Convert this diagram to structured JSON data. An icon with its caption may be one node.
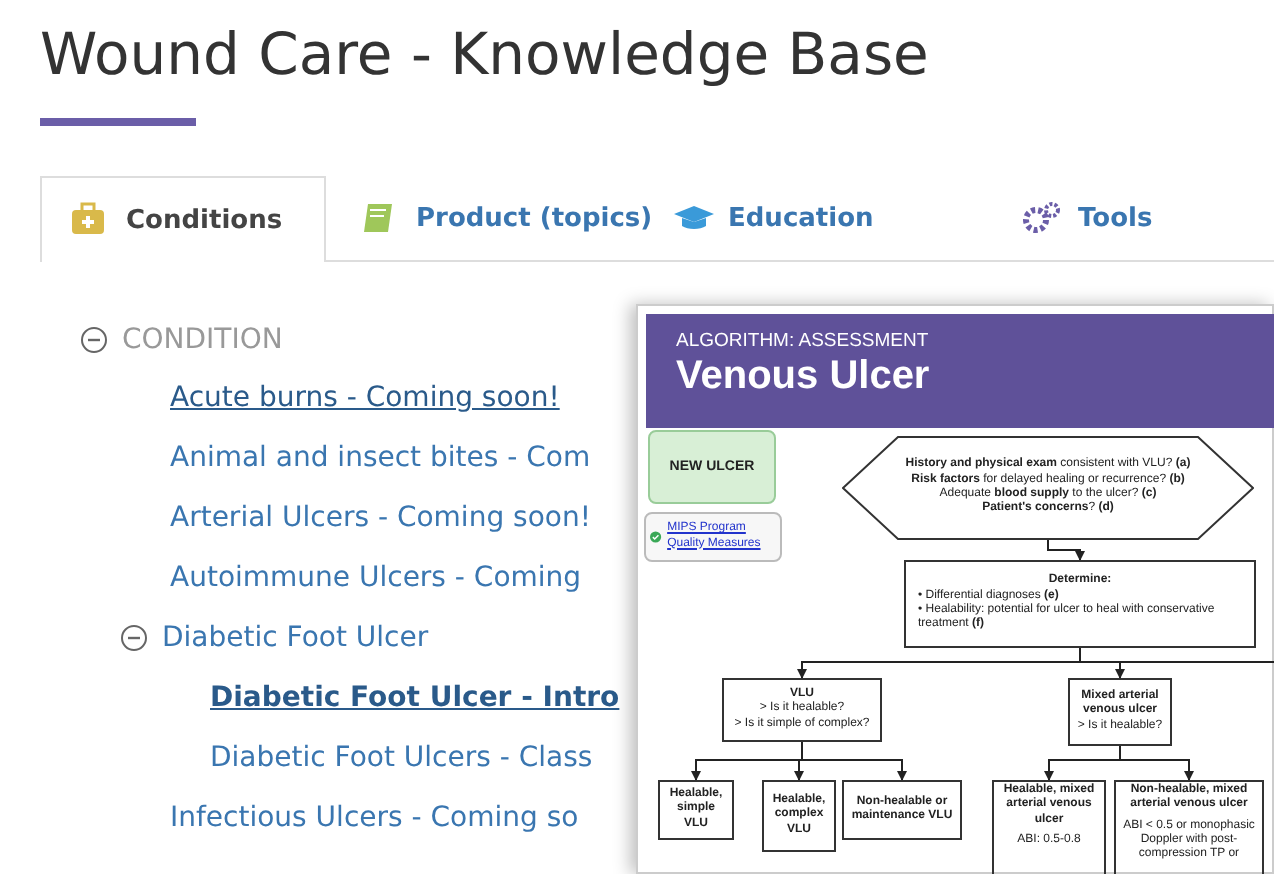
{
  "diagram": {
    "title": "Wound Care - Knowledge Base",
    "nodes": [
      {
        "text": [
          "NEW ULCER"
        ]
      },
      {
        "text": [
          "MIPS Program Quality Measures"
        ]
      },
      {
        "text": [
          "**History and physical exam** consistent with VLU? **(a)**",
          "**Risk factors** for delayed healing or recurrence? **(b)**",
          "Adequate **blood supply** to the ulcer? **(c)**",
          "**Patient's concerns**? **(d)**"
        ]
      },
      {
        "text": [
          "Determine:",
          "• Differential diagnoses **(e)**",
          "• Healability: potential for ulcer to heal with conservative treatment **(f)**"
        ]
      },
      {
        "text": [
          "VLU",
          "> Is it healable?",
          "> Is it simple of complex?"
        ]
      },
      {
        "text": [
          "Mixed arterial venous ulcer",
          "> Is it healable?"
        ]
      },
      {
        "text": [
          "Healable, simple VLU"
        ]
      },
      {
        "text": [
          "Healable, complex VLU"
        ]
      },
      {
        "text": [
          "Non-healable or maintenance VLU"
        ]
      },
      {
        "text": [
          "Healable, mixed arterial venous ulcer",
          "ABI: 0.5-0.8"
        ]
      },
      {
        "text": [
          "Non-healable, mixed arterial venous ulcer",
          "ABI < 0.5 or monophasic Doppler with post-compression TP or"
        ]
      }
    ],
    "edges": [
      {
        "from": 2,
        "to": 3,
        "arrow": "to"
      },
      {
        "from": 3,
        "to": 4,
        "arrow": "to"
      },
      {
        "from": 3,
        "to": 5,
        "arrow": "to"
      },
      {
        "from": 3,
        "to": null,
        "arrow": "none"
      },
      {
        "from": 4,
        "to": 6,
        "arrow": "to"
      },
      {
        "from": 4,
        "to": 7,
        "arrow": "to"
      },
      {
        "from": 4,
        "to": 8,
        "arrow": "to"
      },
      {
        "from": 5,
        "to": 9,
        "arrow": "to"
      },
      {
        "from": 5,
        "to": 10,
        "arrow": "to"
      }
    ],
    "labels": [
      "Conditions",
      "Product (topics)",
      "Education",
      "Tools",
      "CONDITION",
      "Acute burns - Coming soon!",
      "Animal and insect bites - Com",
      "Arterial Ulcers - Coming soon!",
      "Autoimmune Ulcers - Coming",
      "Diabetic Foot Ulcer",
      "Diabetic Foot Ulcer - Intro",
      "Diabetic Foot Ulcers - Class",
      "Infectious Ulcers - Coming so",
      "ALGORITHM: ASSESSMENT",
      "Venous Ulcer"
    ]
  }
}
